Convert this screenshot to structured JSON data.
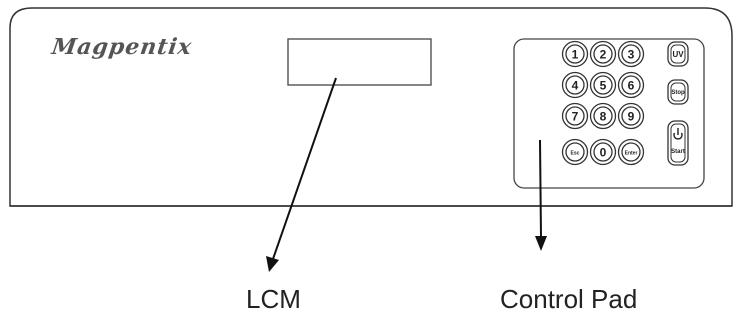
{
  "device": {
    "brand_name": "Magpentix"
  },
  "keypad": {
    "rows": [
      [
        "1",
        "2",
        "3"
      ],
      [
        "4",
        "5",
        "6"
      ],
      [
        "7",
        "8",
        "9"
      ],
      [
        "Esc",
        "0",
        "Enter"
      ]
    ],
    "side_keys": [
      "UV",
      "Stop",
      "Start"
    ]
  },
  "labels": {
    "lcm": "LCM",
    "control_pad": "Control Pad"
  },
  "colors": {
    "outline": "#333333",
    "text": "#222222"
  }
}
